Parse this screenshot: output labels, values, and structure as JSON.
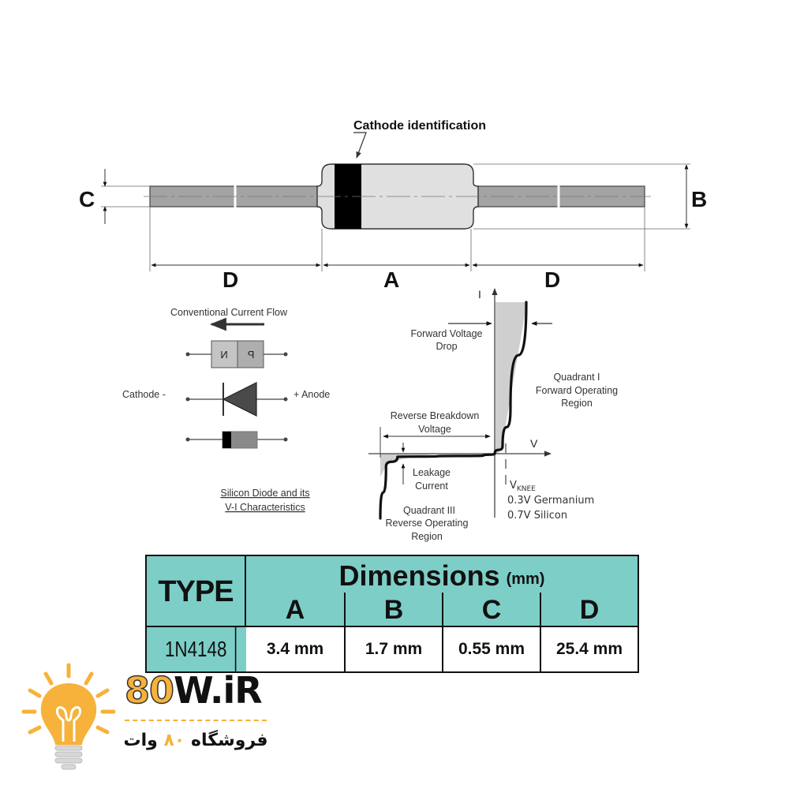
{
  "diagram": {
    "title_callout": "Cathode identification",
    "dimension_labels": {
      "A": "A",
      "B": "B",
      "C": "C",
      "D_left": "D",
      "D_right": "D"
    }
  },
  "symbols": {
    "current_flow_label": "Conventional Current Flow",
    "n_label": "N",
    "p_label": "P",
    "cathode_label": "Cathode -",
    "anode_label": "+ Anode",
    "caption_line1": "Silicon Diode and its",
    "caption_line2": "V-I Characteristics"
  },
  "chart_data": {
    "type": "line",
    "title": "Diode V-I Characteristics",
    "xlabel": "V",
    "ylabel": "I",
    "annotations": {
      "forward_drop": [
        "Forward Voltage",
        "Drop"
      ],
      "quadrant1": [
        "Quadrant I",
        "Forward Operating",
        "Region"
      ],
      "breakdown": [
        "Reverse Breakdown",
        "Voltage"
      ],
      "leakage": [
        "Leakage",
        "Current"
      ],
      "quadrant3": [
        "Quadrant III",
        "Reverse Operating",
        "Region"
      ],
      "vknee": "V",
      "vknee_sub": "KNEE",
      "germanium": "0.3V Germanium",
      "silicon": "0.7V Silicon"
    },
    "series": [
      {
        "name": "diode-curve",
        "points": [
          [
            -1.0,
            -1.0
          ],
          [
            -0.95,
            -0.2
          ],
          [
            -0.85,
            -0.05
          ],
          [
            -0.5,
            -0.04
          ],
          [
            -0.1,
            -0.03
          ],
          [
            0.0,
            0.0
          ],
          [
            0.05,
            0.05
          ],
          [
            0.1,
            0.3
          ],
          [
            0.2,
            1.0
          ]
        ]
      }
    ],
    "xlim": [
      -1.0,
      0.5
    ],
    "ylim": [
      -1.0,
      1.0
    ]
  },
  "table": {
    "type_header": "TYPE",
    "dimensions_header": "Dimensions",
    "unit": "(mm)",
    "columns": [
      "A",
      "B",
      "C",
      "D"
    ],
    "rows": [
      {
        "type": "1N4148",
        "values": [
          "3.4 mm",
          "1.7 mm",
          "0.55 mm",
          "25.4 mm"
        ]
      }
    ]
  },
  "logo": {
    "brand_num": "80",
    "brand_text": "W.iR",
    "fa_text_1": "فروشگاه",
    "fa_num": "۸۰",
    "fa_text_2": "وات",
    "accent": "#f6b23a"
  }
}
